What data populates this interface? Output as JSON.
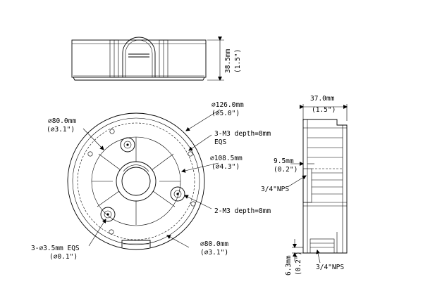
{
  "drawing": {
    "top_view": {
      "height_mm": "38.5mm",
      "height_in": "(1.5\")"
    },
    "front_view": {
      "dia_126": "⌀126.0mm",
      "dia_126_in": "(⌀5.0\")",
      "dia_80_top": "⌀80.0mm",
      "dia_80_top_in": "(⌀3.1\")",
      "m3_depth_8_eqs": "3-M3 depth=8mm",
      "eqs": "EQS",
      "dia_108": "⌀108.5mm",
      "dia_108_in": "(⌀4.3\")",
      "m3_depth_8_two": "2-M3 depth=8mm",
      "holes_3_5": "3-⌀3.5mm EQS",
      "holes_3_5_in": "(⌀0.1\")",
      "dia_80_bottom": "⌀80.0mm",
      "dia_80_bottom_in": "(⌀3.1\")"
    },
    "side_view": {
      "width_mm": "37.0mm",
      "width_in": "(1.5\")",
      "offset_mm": "9.5mm",
      "offset_in": "(0.2\")",
      "nps_upper": "3/4\"NPS",
      "nps_lower": "3/4\"NPS",
      "bottom_mm": "6.3mm",
      "bottom_in": "(0.2\")"
    }
  }
}
